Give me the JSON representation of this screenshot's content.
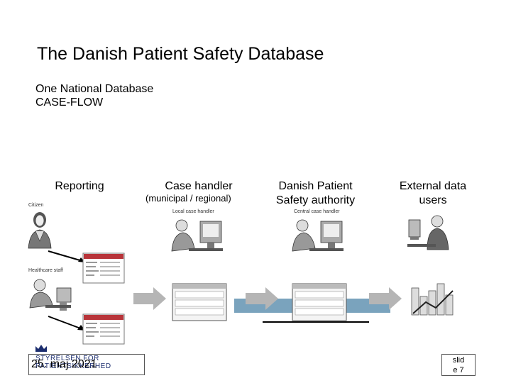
{
  "title": "The Danish Patient Safety Database",
  "subtitle_lines": [
    "One National Database",
    "CASE-FLOW"
  ],
  "columns": {
    "reporting": "Reporting",
    "case_handler": "Case handler",
    "case_handler_sub": "(municipal / regional)",
    "authority_line1": "Danish Patient",
    "authority_line2": "Safety authority",
    "external_line1": "External data",
    "external_line2": "users"
  },
  "small_labels": {
    "citizen": "Citizen",
    "healthcare_staff": "Healthcare staff",
    "local_case_handler": "Local case handler",
    "central_case_handler": "Central case handler"
  },
  "logo": {
    "line1": "STYRELSEN FOR",
    "line2": "PATIENTSIKKERHED"
  },
  "footer": {
    "date": "25. maj 2021",
    "slide_line1": "slid",
    "slide_line2": "e 7"
  },
  "colors": {
    "arrow": "#b5b5b5",
    "flow_band": "#7aa3bd",
    "form_header": "#b8343a",
    "logo_blue": "#1b2d6e"
  }
}
